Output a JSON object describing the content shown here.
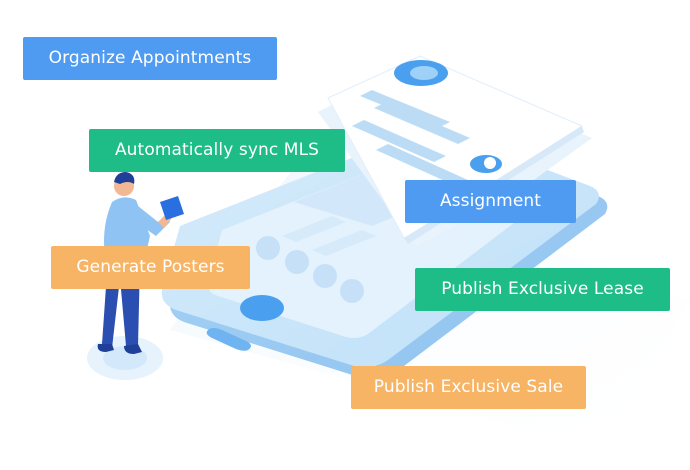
{
  "features": {
    "organize": "Organize Appointments",
    "sync": "Automatically sync MLS",
    "assignment": "Assignment",
    "posters": "Generate Posters",
    "lease": "Publish Exclusive Lease",
    "sale": "Publish Exclusive Sale"
  },
  "colors": {
    "tag_blue": "#4f9bf1",
    "tag_green": "#1ebc87",
    "tag_orange": "#f7b465",
    "phone_body": "#bfe0f8",
    "phone_screen": "#e3f2fd",
    "accent_blue": "#3d8fe6",
    "figure_shirt": "#8fc3f3",
    "figure_pants": "#2a4fb0",
    "figure_skin": "#f2b893"
  },
  "icons": {
    "phone": "smartphone-illustration",
    "person": "person-reading-illustration",
    "card": "profile-card-illustration"
  }
}
